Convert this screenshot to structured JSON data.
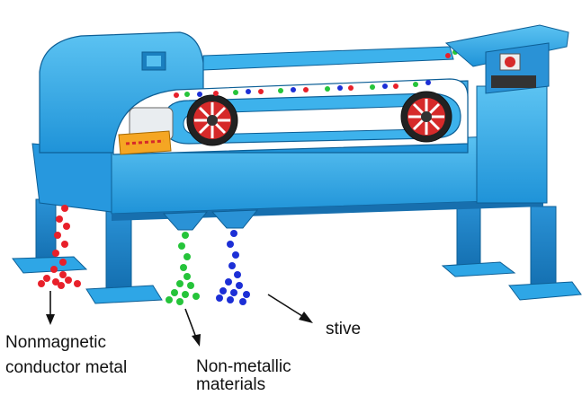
{
  "labels": {
    "nonmagnetic_line1": "Nonmagnetic",
    "nonmagnetic_line2": "conductor metal",
    "nonmetallic_line1": "Non-metallic",
    "nonmetallic_line2": "materials",
    "stive": "stive"
  },
  "colors": {
    "machine_blue": "#2ea6e6",
    "machine_dark": "#1a7fbf",
    "nonmagnetic_stream": "#e8202a",
    "nonmetallic_stream": "#25c43a",
    "stive_stream": "#1c2fd6",
    "pulley_red": "#d62a2a",
    "control_box": "#f5a623"
  }
}
